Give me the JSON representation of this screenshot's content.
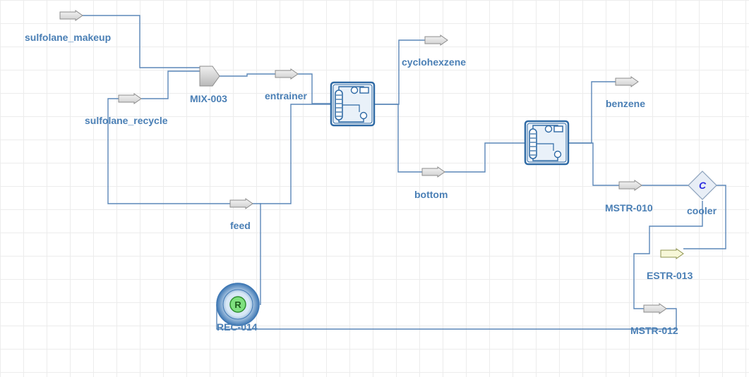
{
  "flowsheet": {
    "colors": {
      "label": "#4a7fb5",
      "line": "#5b87b8",
      "equipment": "#2f6aa5",
      "stream_fill": "#e6e6e6",
      "stream_stroke": "#8c8c8c",
      "energy_fill": "#f7f7d8",
      "energy_stroke": "#8f9450",
      "grid": "#ececec"
    },
    "streams": {
      "sulfolane_makeup": "sulfolane_makeup",
      "sulfolane_recycle": "sulfolane_recycle",
      "entrainer": "entrainer",
      "cyclohexzene": "cyclohexzene",
      "bottom": "bottom",
      "benzene": "benzene",
      "feed": "feed",
      "mstr_010": "MSTR-010",
      "estr_013": "ESTR-013",
      "mstr_012": "MSTR-012"
    },
    "units": {
      "mixer": "MIX-003",
      "cooler": "cooler",
      "cooler_symbol": "C",
      "recycle": "REC-014",
      "recycle_symbol": "R"
    }
  }
}
